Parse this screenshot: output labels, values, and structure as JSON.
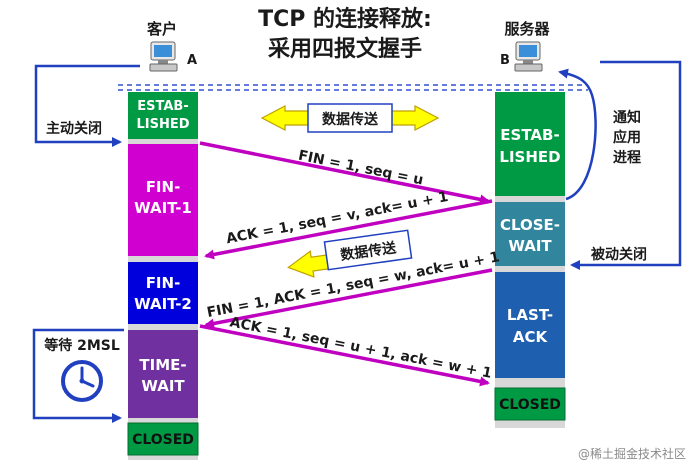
{
  "title": {
    "line1": "TCP 的连接释放:",
    "line2": "采用四报文握手"
  },
  "client": {
    "label": "客户",
    "letter": "A"
  },
  "server": {
    "label": "服务器",
    "letter": "B"
  },
  "client_states": [
    {
      "lines": [
        "ESTAB-",
        "LISHED"
      ],
      "color": "#009a44"
    },
    {
      "lines": [
        "FIN-",
        "WAIT-1"
      ],
      "color": "#d000d0"
    },
    {
      "lines": [
        "FIN-",
        "WAIT-2"
      ],
      "color": "#0000dd"
    },
    {
      "lines": [
        "TIME-",
        "WAIT"
      ],
      "color": "#7030a0"
    },
    {
      "lines": [
        "CLOSED"
      ],
      "color": "#009a44"
    }
  ],
  "server_states": [
    {
      "lines": [
        "ESTAB-",
        "LISHED"
      ],
      "color": "#009a44"
    },
    {
      "lines": [
        "CLOSE-",
        "WAIT"
      ],
      "color": "#31859c"
    },
    {
      "lines": [
        "LAST-",
        "ACK"
      ],
      "color": "#1f5fb0"
    },
    {
      "lines": [
        "CLOSED"
      ],
      "color": "#009a44"
    }
  ],
  "messages": [
    "FIN = 1, seq = u",
    "ACK = 1, seq = v, ack= u + 1",
    "FIN = 1, ACK = 1, seq = w, ack= u + 1",
    "ACK = 1, seq = u + 1, ack = w + 1"
  ],
  "data_transfer_1": "数据传送",
  "data_transfer_2": "数据传送",
  "active_close": "主动关闭",
  "passive_close": "被动关闭",
  "notify_app": [
    "通知",
    "应用",
    "进程"
  ],
  "wait_2msl": "等待 2MSL",
  "watermark": "@稀土掘金技术社区",
  "colors": {
    "arrow": "#c000c0",
    "flow": "#2040c0",
    "dashed": "#3050d0",
    "yellow": "#ffff00",
    "yellow_border": "#bfa000",
    "timeline": "#d8d8d8",
    "text": "#1a1a1a"
  }
}
